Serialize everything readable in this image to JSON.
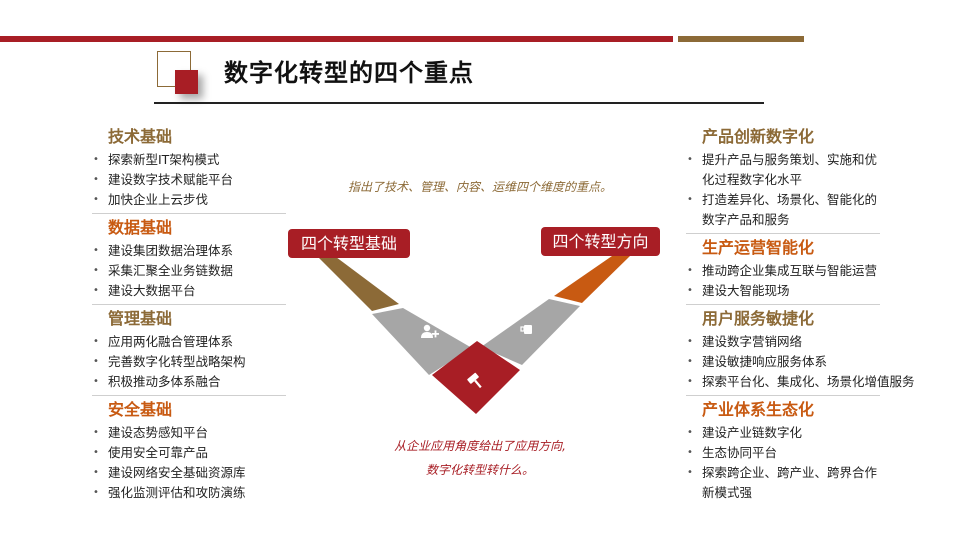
{
  "header": {
    "title": "数字化转型的四个重点",
    "colors": {
      "primary_red": "#a81e25",
      "gold": "#8c6a37",
      "orange": "#c85a12",
      "gray": "#a6a6a6"
    }
  },
  "left_column": {
    "sections": [
      {
        "title": "技术基础",
        "items": [
          "探索新型IT架构模式",
          "建设数字技术赋能平台",
          "加快企业上云步伐"
        ]
      },
      {
        "title": "数据基础",
        "items": [
          "建设集团数据治理体系",
          "采集汇聚全业务链数据",
          "建设大数据平台"
        ]
      },
      {
        "title": "管理基础",
        "items": [
          "应用两化融合管理体系",
          "完善数字化转型战略架构",
          "积极推动多体系融合"
        ]
      },
      {
        "title": "安全基础",
        "items": [
          "建设态势感知平台",
          "使用安全可靠产品",
          "建设网络安全基础资源库",
          "强化监测评估和攻防演练"
        ]
      }
    ]
  },
  "right_column": {
    "sections": [
      {
        "title": "产品创新数字化",
        "items": [
          "提升产品与服务策划、实施和优化过程数字化水平",
          "打造差异化、场景化、智能化的数字产品和服务"
        ]
      },
      {
        "title": "生产运营智能化",
        "items": [
          "推动跨企业集成互联与智能运营",
          "建设大智能现场"
        ]
      },
      {
        "title": "用户服务敏捷化",
        "items": [
          "建设数字营销网络",
          "建设敏捷响应服务体系",
          "探索平台化、集成化、场景化增值服务"
        ]
      },
      {
        "title": "产业体系生态化",
        "items": [
          "建设产业链数字化",
          "生态协同平台",
          "探索跨企业、跨产业、跨界合作新模式强"
        ]
      }
    ]
  },
  "center": {
    "note_top": "指出了技术、管理、内容、运维四个维度的重点。",
    "label_left": "四个转型基础",
    "label_right": "四个转型方向",
    "note_bottom_line1": "从企业应用角度给出了应用方向,",
    "note_bottom_line2": "数字化转型转什么。",
    "icons": {
      "left_gray": "add-user-icon",
      "right_gray": "cup-icon",
      "center": "gavel-icon"
    }
  }
}
